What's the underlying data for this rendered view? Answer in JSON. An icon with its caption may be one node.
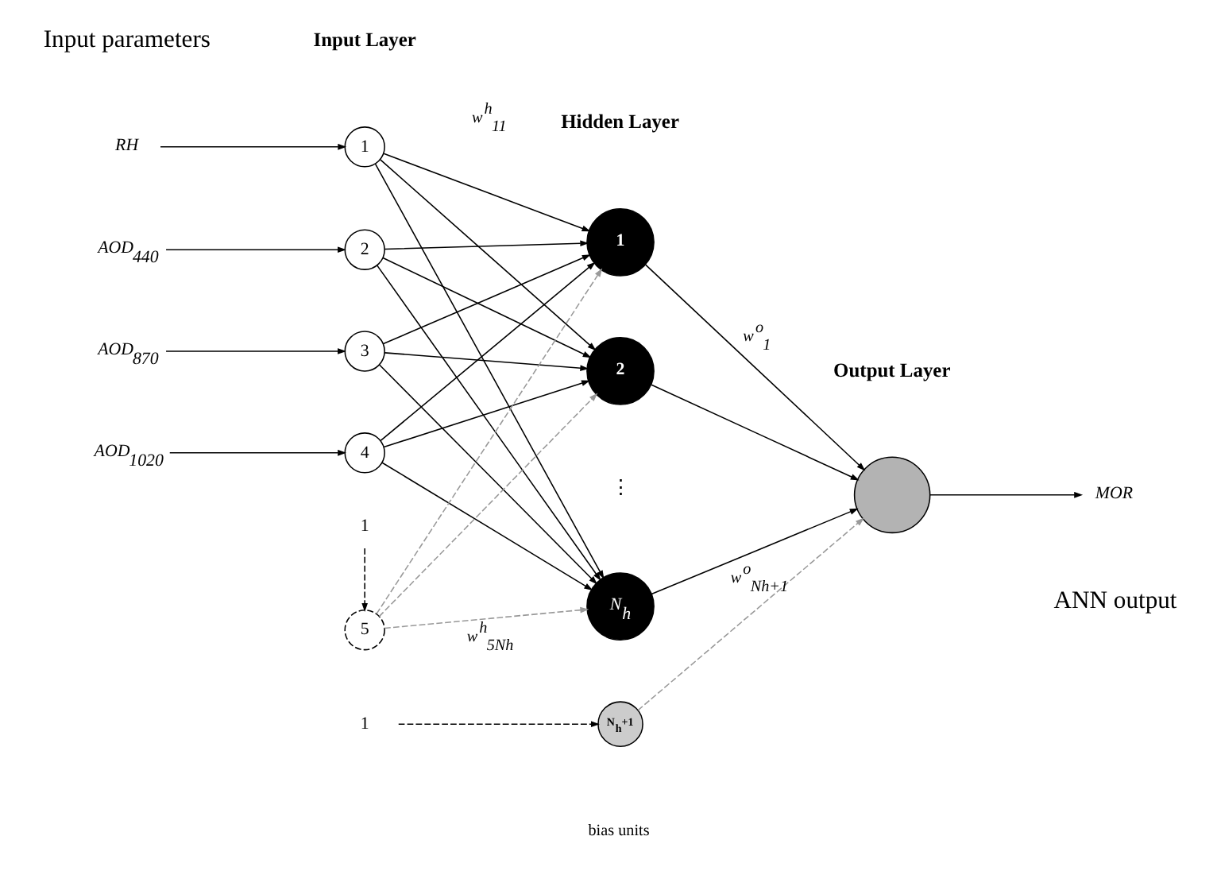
{
  "diagram": {
    "nodes": [
      {
        "text": [
          "RH"
        ]
      },
      {
        "text": [
          "AOD$_{440}$"
        ]
      },
      {
        "text": [
          "AOD$_{870}$"
        ]
      },
      {
        "text": [
          "AOD$_{1020}$"
        ]
      },
      {
        "text": [
          "1"
        ]
      },
      {
        "text": [
          "1"
        ]
      },
      {
        "text": [
          "2"
        ]
      },
      {
        "text": [
          "3"
        ]
      },
      {
        "text": [
          "4"
        ]
      },
      {
        "text": [
          "5"
        ]
      },
      {
        "text": [
          "1"
        ]
      },
      {
        "text": [
          "2"
        ]
      },
      {
        "text": [
          "N$_{h}$"
        ]
      },
      {
        "text": [
          "1"
        ]
      },
      {
        "text": [
          "N$_{h}$+1"
        ]
      },
      {
        "text": [],
        "shape": "circle"
      },
      {
        "text": [
          "MOR"
        ]
      }
    ],
    "edges": [
      {
        "from": 0,
        "to": 5,
        "arrow": "to"
      },
      {
        "from": 1,
        "to": 6,
        "arrow": "to"
      },
      {
        "from": 2,
        "to": 7,
        "arrow": "to"
      },
      {
        "from": 3,
        "to": 8,
        "arrow": "to"
      },
      {
        "from": 4,
        "to": 9,
        "arrow": "to",
        "style": "dashed"
      },
      {
        "from": 5,
        "to": 10,
        "arrow": "to",
        "label": "w$^{h}$$_{11}$"
      },
      {
        "from": 5,
        "to": 11,
        "arrow": "to"
      },
      {
        "from": 5,
        "to": 12,
        "arrow": "to"
      },
      {
        "from": 6,
        "to": 10,
        "arrow": "to"
      },
      {
        "from": 6,
        "to": 11,
        "arrow": "to"
      },
      {
        "from": 6,
        "to": 12,
        "arrow": "to"
      },
      {
        "from": 7,
        "to": 10,
        "arrow": "to"
      },
      {
        "from": 7,
        "to": 11,
        "arrow": "to"
      },
      {
        "from": 7,
        "to": 12,
        "arrow": "to"
      },
      {
        "from": 8,
        "to": 10,
        "arrow": "to"
      },
      {
        "from": 8,
        "to": 11,
        "arrow": "to"
      },
      {
        "from": 8,
        "to": 12,
        "arrow": "to"
      },
      {
        "from": 9,
        "to": 10,
        "arrow": "to",
        "style": "dashed",
        "color": "#999999"
      },
      {
        "from": 9,
        "to": 11,
        "arrow": "to",
        "style": "dashed",
        "color": "#999999"
      },
      {
        "from": 9,
        "to": 12,
        "arrow": "to",
        "style": "dashed",
        "color": "#999999",
        "label": "w$^{h}$$_{5Nh}$"
      },
      {
        "from": 13,
        "to": 14,
        "arrow": "to",
        "style": "dashed"
      },
      {
        "from": 10,
        "to": 15,
        "arrow": "to",
        "label": "w$^{o}$$_{1}$"
      },
      {
        "from": 11,
        "to": 15,
        "arrow": "to"
      },
      {
        "from": 12,
        "to": 15,
        "arrow": "to"
      },
      {
        "from": 14,
        "to": 15,
        "arrow": "to",
        "style": "dashed",
        "color": "#999999",
        "label": "w$^{o}$$_{Nh+1}$"
      },
      {
        "from": 15,
        "to": 16,
        "arrow": "to"
      }
    ],
    "labels": [
      "Input Layer",
      "Hidden Layer",
      "Output Layer",
      "Input parameters",
      "⋮",
      "ANN output",
      "bias units"
    ]
  }
}
